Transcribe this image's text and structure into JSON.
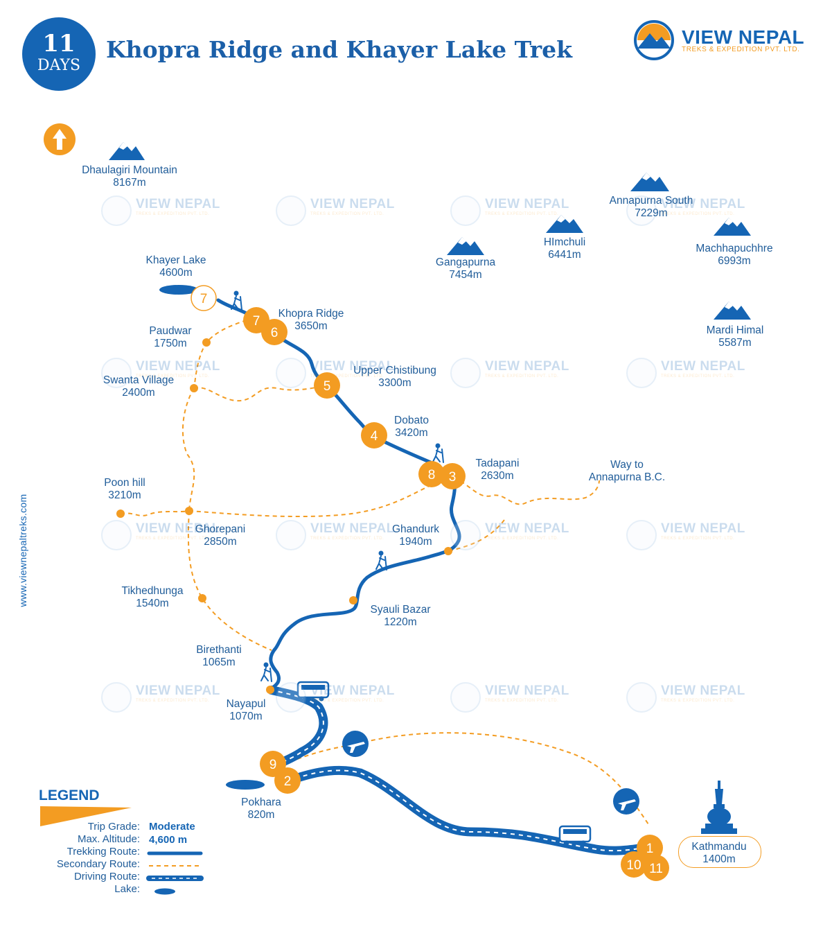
{
  "header": {
    "days_number": "11",
    "days_label": "DAYS",
    "title": "Khopra Ridge and Khayer Lake Trek"
  },
  "brand": {
    "name": "VIEW NEPAL",
    "tagline": "TREKS & EXPEDITION PVT. LTD.",
    "website": "www.viewnepaltreks.com",
    "watermark_name": "VIEW NEPAL",
    "watermark_tagline": "TREKS & EXPEDITION PVT. LTD."
  },
  "colors": {
    "primary_blue": "#1565b4",
    "accent_orange": "#f39c22",
    "text_blue": "#1f5c99"
  },
  "icons": {
    "north": "north-arrow-icon",
    "mountain": "mountain-peak-icon",
    "hiker": "hiker-icon",
    "bus": "bus-icon",
    "plane": "airplane-icon",
    "stupa": "stupa-icon",
    "lake": "lake-icon"
  },
  "mountains": [
    {
      "name": "Dhaulagiri Mountain",
      "altitude": "8167m"
    },
    {
      "name": "Annapurna South",
      "altitude": "7229m"
    },
    {
      "name": "HImchuli",
      "altitude": "6441m"
    },
    {
      "name": "Machhapuchhre",
      "altitude": "6993m"
    },
    {
      "name": "Gangapurna",
      "altitude": "7454m"
    },
    {
      "name": "Mardi Himal",
      "altitude": "5587m"
    }
  ],
  "places": [
    {
      "name": "Khayer Lake",
      "altitude": "4600m"
    },
    {
      "name": "Khopra Ridge",
      "altitude": "3650m"
    },
    {
      "name": "Paudwar",
      "altitude": "1750m"
    },
    {
      "name": "Upper Chistibung",
      "altitude": "3300m"
    },
    {
      "name": "Swanta Village",
      "altitude": "2400m"
    },
    {
      "name": "Dobato",
      "altitude": "3420m"
    },
    {
      "name": "Tadapani",
      "altitude": "2630m"
    },
    {
      "name": "Way to",
      "altitude": "Annapurna B.C."
    },
    {
      "name": "Poon hill",
      "altitude": "3210m"
    },
    {
      "name": "Ghorepani",
      "altitude": "2850m"
    },
    {
      "name": "Ghandurk",
      "altitude": "1940m"
    },
    {
      "name": "Tikhedhunga",
      "altitude": "1540m"
    },
    {
      "name": "Syauli Bazar",
      "altitude": "1220m"
    },
    {
      "name": "Birethanti",
      "altitude": "1065m"
    },
    {
      "name": "Nayapul",
      "altitude": "1070m"
    },
    {
      "name": "Pokhara",
      "altitude": "820m"
    },
    {
      "name": "Kathmandu",
      "altitude": "1400m"
    }
  ],
  "day_markers": [
    "7",
    "7",
    "6",
    "5",
    "4",
    "8",
    "3",
    "9",
    "2",
    "1",
    "10",
    "11"
  ],
  "legend": {
    "title": "LEGEND",
    "trip_grade_label": "Trip Grade:",
    "trip_grade_value": "Moderate",
    "max_altitude_label": "Max. Altitude:",
    "max_altitude_value": "4,600 m",
    "trekking_route_label": "Trekking Route:",
    "secondary_route_label": "Secondary Route:",
    "driving_route_label": "Driving Route:",
    "lake_label": "Lake:"
  }
}
